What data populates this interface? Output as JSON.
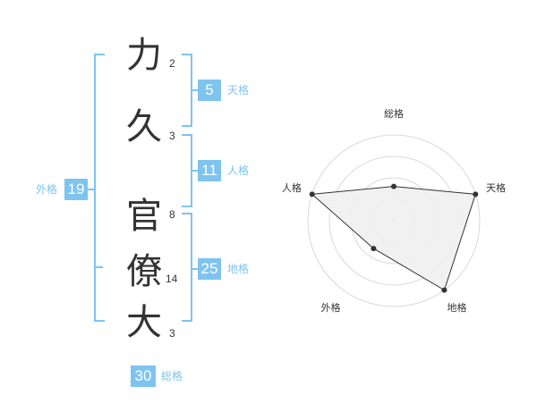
{
  "name": {
    "characters": [
      {
        "char": "力",
        "strokes": "2"
      },
      {
        "char": "久",
        "strokes": "3"
      },
      {
        "char": "官",
        "strokes": "8"
      },
      {
        "char": "僚",
        "strokes": "14"
      },
      {
        "char": "大",
        "strokes": "3"
      }
    ]
  },
  "fortunes": {
    "tenkaku": {
      "value": "5",
      "label": "天格"
    },
    "jinkaku": {
      "value": "11",
      "label": "人格"
    },
    "chikaku": {
      "value": "25",
      "label": "地格"
    },
    "gaikaku": {
      "value": "19",
      "label": "外格"
    },
    "soukaku": {
      "value": "30",
      "label": "総格"
    }
  },
  "colors": {
    "accent": "#7fc3ef",
    "text": "#333333",
    "grid": "#d9d9d9",
    "fill": "#f0f0f0"
  },
  "chart_data": {
    "type": "radar",
    "axes": [
      "総格",
      "天格",
      "地格",
      "外格",
      "人格"
    ],
    "values": [
      0.4,
      1.0,
      1.0,
      0.4,
      1.0
    ],
    "rings": 4,
    "max": 1.0
  }
}
